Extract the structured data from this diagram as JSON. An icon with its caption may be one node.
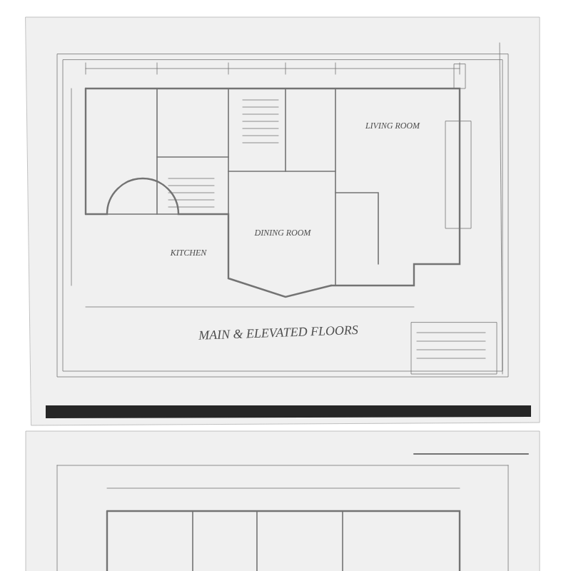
{
  "diagram": {
    "title": "MAIN & ELEVATED FLOORS",
    "labels": [
      "LIVING ROOM",
      "DINING ROOM",
      "KITCHEN"
    ]
  }
}
